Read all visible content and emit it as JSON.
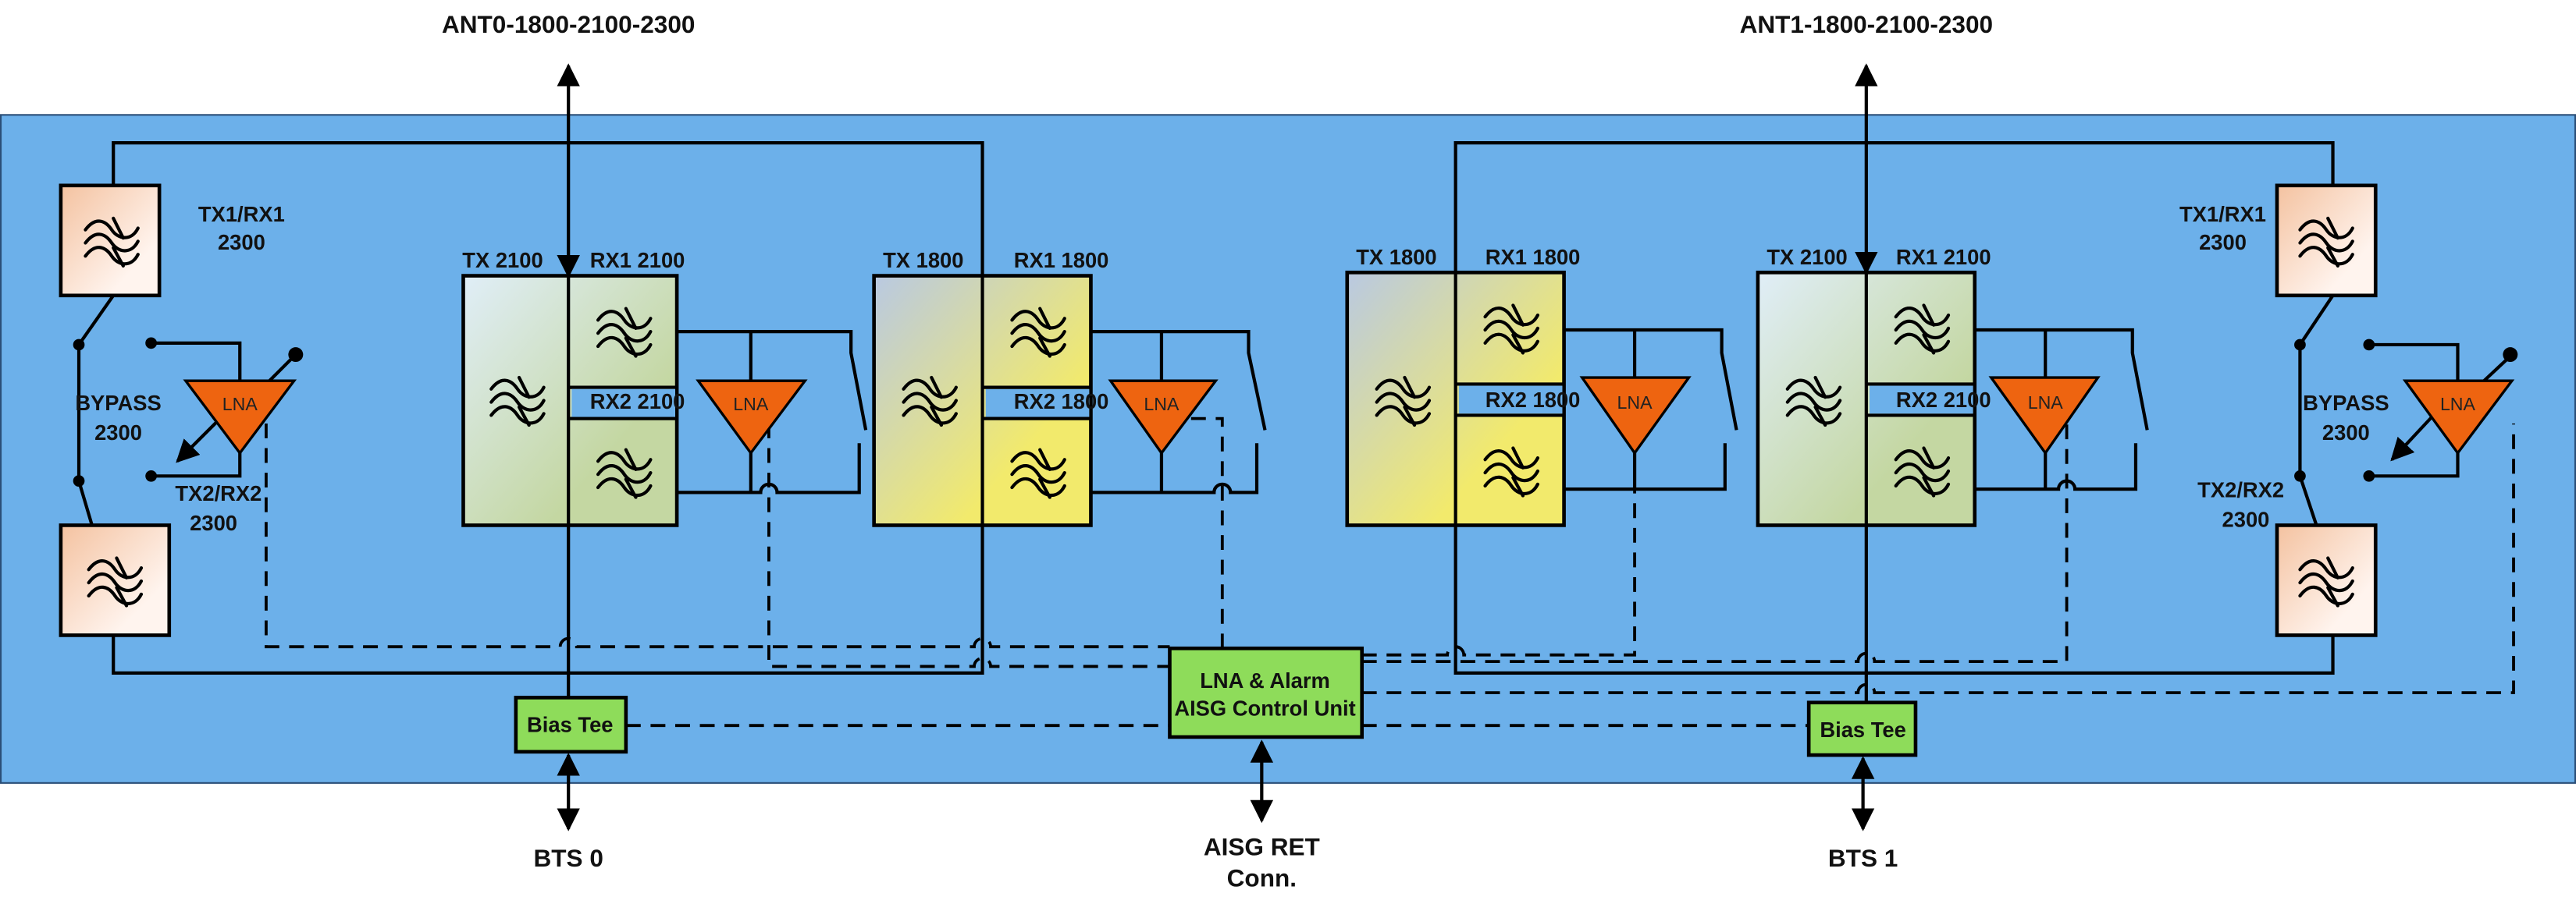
{
  "colors": {
    "panel": "#6cb0ea",
    "lna": "#ee6410",
    "control_unit": "#8edc5a",
    "filter_2300": [
      "#f4c2a0",
      "#ffffff"
    ],
    "filter_2100": [
      "#e0eef8",
      "#c4d7a2"
    ],
    "filter_1800": [
      "#b9c9e2",
      "#f2ea6c"
    ]
  },
  "antennas": {
    "ant0": "ANT0-1800-2100-2300",
    "ant1": "ANT1-1800-2100-2300"
  },
  "left_2300": {
    "tx1rx1": "TX1/RX1",
    "tx1rx1_band": "2300",
    "bypass": "BYPASS",
    "bypass_band": "2300",
    "tx2rx2": "TX2/RX2",
    "tx2rx2_band": "2300",
    "lna": "LNA"
  },
  "right_2300": {
    "tx1rx1": "TX1/RX1",
    "tx1rx1_band": "2300",
    "bypass": "BYPASS",
    "bypass_band": "2300",
    "tx2rx2": "TX2/RX2",
    "tx2rx2_band": "2300",
    "lna": "LNA"
  },
  "left_2100": {
    "tx": "TX 2100",
    "rx1": "RX1 2100",
    "rx2": "RX2 2100",
    "lna": "LNA"
  },
  "left_1800": {
    "tx": "TX 1800",
    "rx1": "RX1 1800",
    "rx2": "RX2 1800",
    "lna": "LNA"
  },
  "right_1800": {
    "tx": "TX 1800",
    "rx1": "RX1 1800",
    "rx2": "RX2 1800",
    "lna": "LNA"
  },
  "right_2100": {
    "tx": "TX 2100",
    "rx1": "RX1 2100",
    "rx2": "RX2 2100",
    "lna": "LNA"
  },
  "control_unit": {
    "line1": "LNA & Alarm",
    "line2": "AISG Control Unit"
  },
  "bias_tee": {
    "left": "Bias Tee",
    "right": "Bias Tee"
  },
  "ports": {
    "bts0": "BTS 0",
    "bts1": "BTS 1",
    "aisg_line1": "AISG RET",
    "aisg_line2": "Conn."
  },
  "icons": {
    "filter": "bandpass-filter-icon",
    "amplifier": "lna-triangle-icon",
    "switch": "switch-icon"
  }
}
